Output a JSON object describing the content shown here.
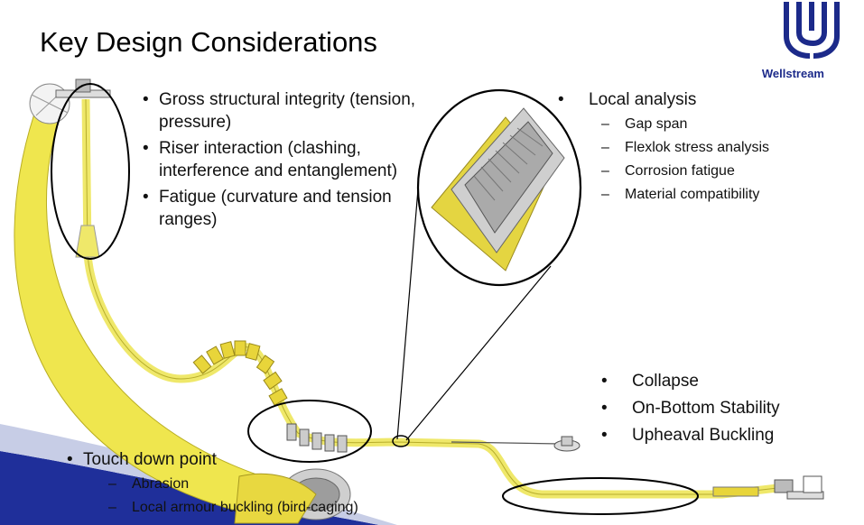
{
  "title": "Key Design Considerations",
  "logo": {
    "text": "Wellstream",
    "color": "#1c2a8a"
  },
  "colors": {
    "riser_yellow": "#f1ee6a",
    "swoosh_blue": "#1f2f9a",
    "outline": "#000000"
  },
  "bullets_top_left": [
    "Gross structural integrity (tension, pressure)",
    "Riser interaction (clashing, interference and entanglement)",
    "Fatigue (curvature and tension ranges)"
  ],
  "local_analysis": {
    "heading": "Local analysis",
    "items": [
      "Gap span",
      "Flexlok stress analysis",
      "Corrosion fatigue",
      "Material compatibility"
    ]
  },
  "seabed_bullets": [
    "Collapse",
    "On-Bottom Stability",
    "Upheaval Buckling"
  ],
  "touch_down": {
    "heading": "Touch down point",
    "items": [
      "Abrasion",
      "Local armour buckling (bird-caging)"
    ]
  }
}
